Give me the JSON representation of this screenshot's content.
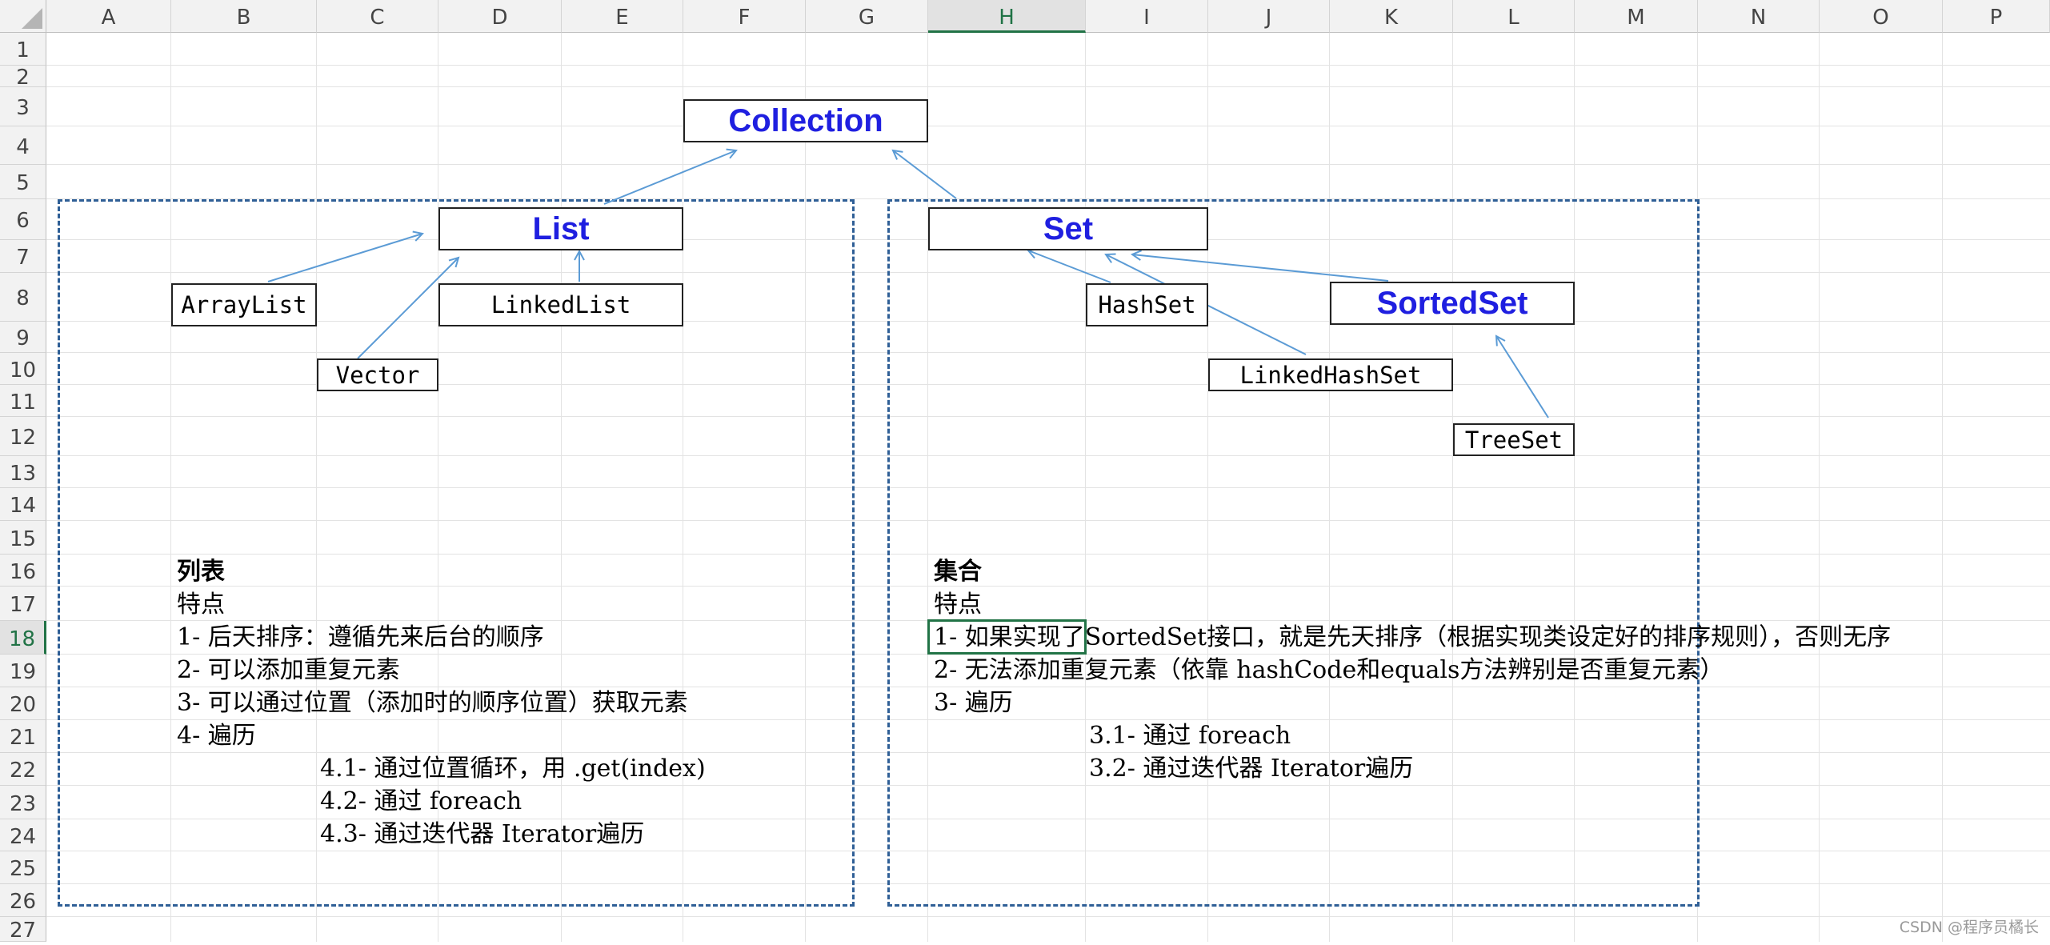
{
  "columns": [
    "A",
    "B",
    "C",
    "D",
    "E",
    "F",
    "G",
    "H",
    "I",
    "J",
    "K",
    "L",
    "M",
    "N",
    "O",
    "P"
  ],
  "active_column": "H",
  "rows": [
    "1",
    "2",
    "3",
    "4",
    "5",
    "6",
    "7",
    "8",
    "9",
    "10",
    "11",
    "12",
    "13",
    "14",
    "15",
    "16",
    "17",
    "18",
    "19",
    "20",
    "21",
    "22",
    "23",
    "24",
    "25",
    "26",
    "27"
  ],
  "active_row": "18",
  "diagram": {
    "collection": "Collection",
    "list": "List",
    "set": "Set",
    "sorted_set": "SortedSet",
    "array_list": "ArrayList",
    "linked_list": "LinkedList",
    "vector": "Vector",
    "hash_set": "HashSet",
    "linked_hash_set": "LinkedHashSet",
    "tree_set": "TreeSet"
  },
  "left_notes": {
    "title": "列表",
    "subtitle": "特点",
    "item1": "1- 后天排序：遵循先来后台的顺序",
    "item2": "2- 可以添加重复元素",
    "item3": "3- 可以通过位置（添加时的顺序位置）获取元素",
    "item4": "4- 遍历",
    "item4_1": "4.1- 通过位置循环，用 .get(index)",
    "item4_2": "4.2- 通过 foreach",
    "item4_3": "4.3- 通过迭代器 Iterator遍历"
  },
  "right_notes": {
    "title": "集合",
    "subtitle": "特点",
    "item1": "1- 如果实现了SortedSet接口，就是先天排序（根据实现类设定好的排序规则），否则无序",
    "item2": "2- 无法添加重复元素（依靠 hashCode和equals方法辨别是否重复元素）",
    "item3": "3- 遍历",
    "item3_1": "3.1- 通过 foreach",
    "item3_2": "3.2- 通过迭代器 Iterator遍历"
  },
  "watermark": "CSDN @程序员橘长",
  "colors": {
    "heading_blue": "#1f1fe0",
    "arrow_blue": "#5b9bd5",
    "dashed_border": "#2f5f96",
    "selection_green": "#217346"
  }
}
